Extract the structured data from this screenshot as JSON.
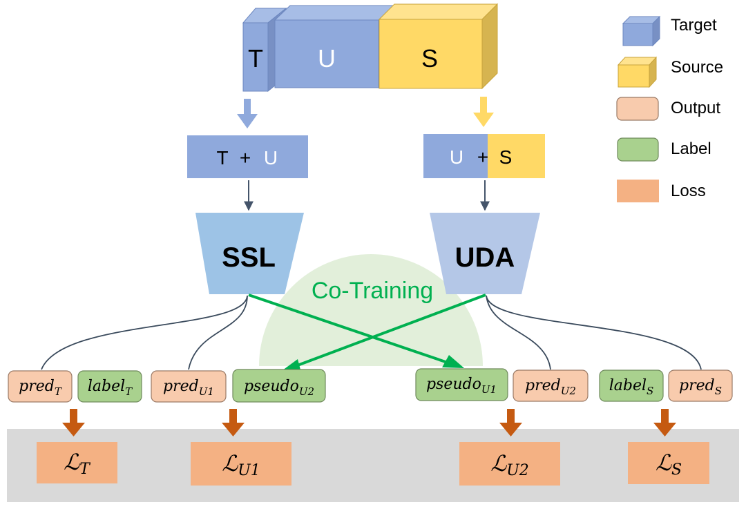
{
  "colors": {
    "target_front": "#8fa9dc",
    "target_top": "#a7bde6",
    "target_side": "#7890c4",
    "source_front": "#ffd966",
    "source_top": "#ffe38f",
    "source_side": "#d6b450",
    "output": "#f8cbad",
    "output_border": "#9a7a66",
    "label_fill": "#a9d18e",
    "label_border": "#6f8a5c",
    "loss": "#f4b183",
    "ssl": "#9dc3e6",
    "uda": "#b4c7e7",
    "cotrain_fill": "#e2efda",
    "cotrain_text": "#00b050",
    "arrow_green": "#00b050",
    "arrow_orange": "#c55a11",
    "floor": "#d9d9d9",
    "white_text": "#ffffff"
  },
  "legend": [
    {
      "label": "Target",
      "icon": "target-cube-icon"
    },
    {
      "label": "Source",
      "icon": "source-cube-icon"
    },
    {
      "label": "Output",
      "icon": "output-swatch-icon"
    },
    {
      "label": "Label",
      "icon": "label-swatch-icon"
    },
    {
      "label": "Loss",
      "icon": "loss-swatch-icon"
    }
  ],
  "data_blocks": {
    "t": "T",
    "u": "U",
    "s": "S"
  },
  "mix_left": {
    "a": "T",
    "plus": "+",
    "b": "U"
  },
  "mix_right": {
    "a": "U",
    "plus": "+",
    "b": "S"
  },
  "models": {
    "ssl": "SSL",
    "uda": "UDA"
  },
  "cotraining": "Co-Training",
  "outputs": {
    "pred_t": {
      "base": "pred",
      "sub": "T"
    },
    "label_t": {
      "base": "label",
      "sub": "T"
    },
    "pred_u1": {
      "base": "pred",
      "sub": "U1"
    },
    "pseudo_u2": {
      "base": "pseudo",
      "sub": "U2"
    },
    "pseudo_u1": {
      "base": "pseudo",
      "sub": "U1"
    },
    "pred_u2": {
      "base": "pred",
      "sub": "U2"
    },
    "label_s": {
      "base": "label",
      "sub": "S"
    },
    "pred_s": {
      "base": "pred",
      "sub": "S"
    }
  },
  "losses": {
    "l_t": {
      "base": "ℒ",
      "sub": "T"
    },
    "l_u1": {
      "base": "ℒ",
      "sub": "U1"
    },
    "l_u2": {
      "base": "ℒ",
      "sub": "U2"
    },
    "l_s": {
      "base": "ℒ",
      "sub": "S"
    }
  }
}
